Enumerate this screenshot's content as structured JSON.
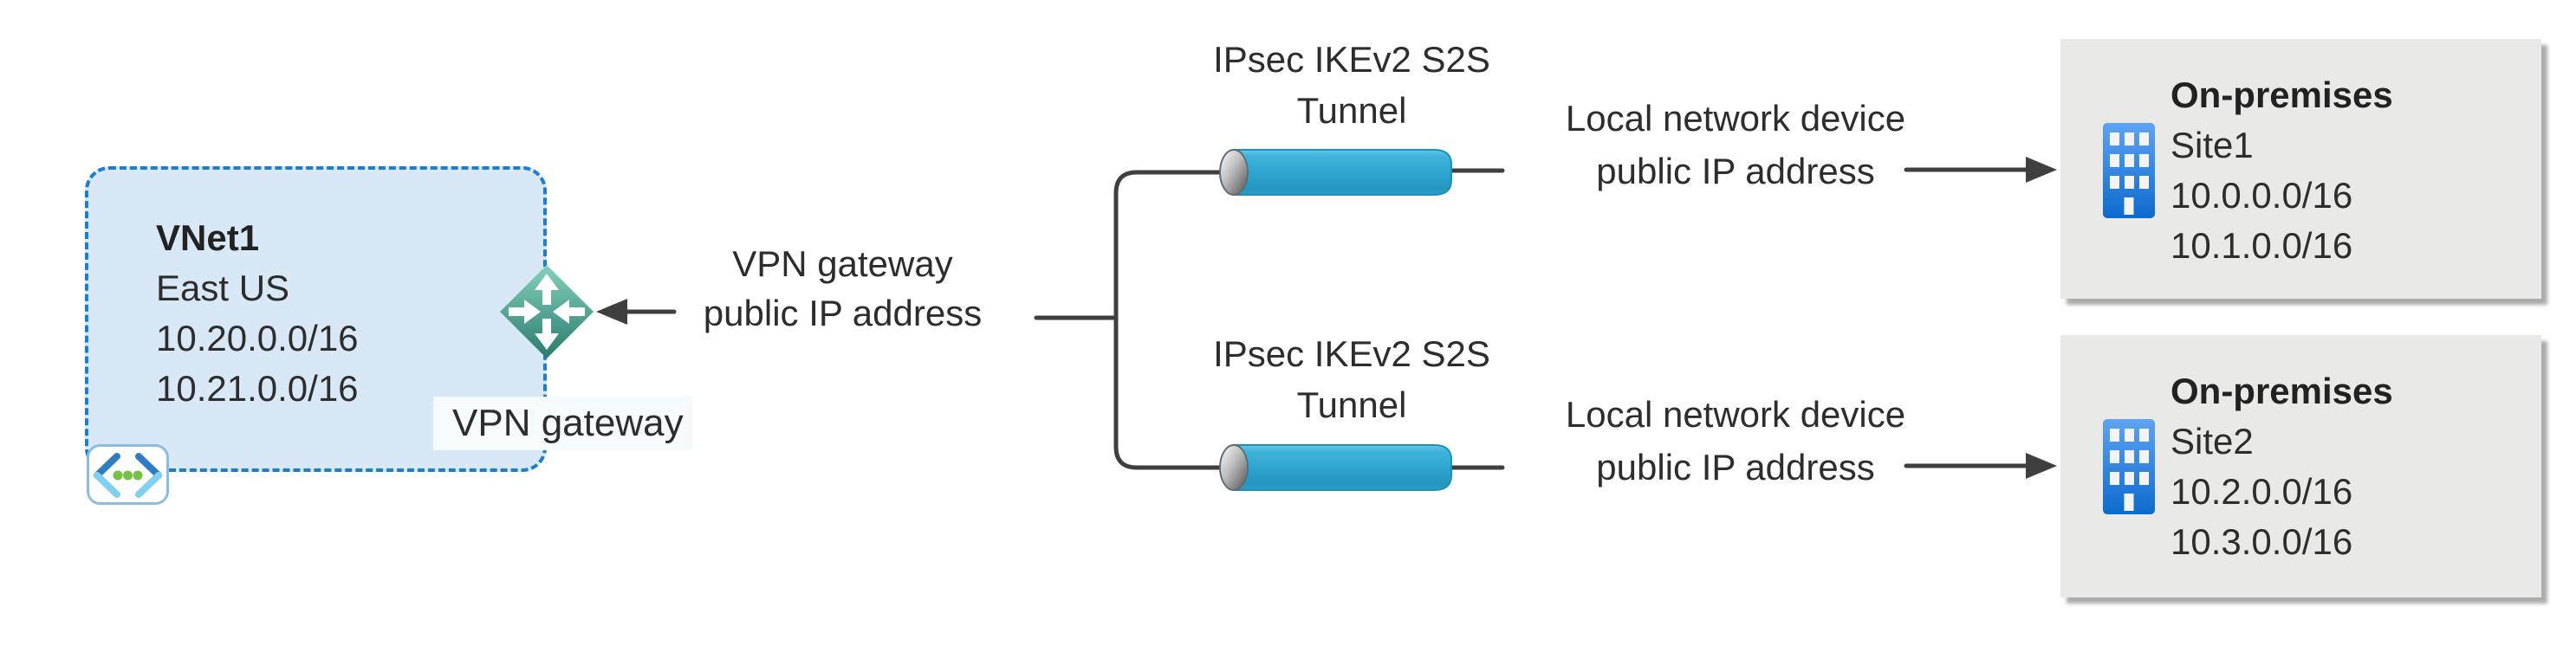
{
  "vnet": {
    "name": "VNet1",
    "region": "East US",
    "address_space_1": "10.20.0.0/16",
    "address_space_2": "10.21.0.0/16",
    "gateway_label": "VPN gateway"
  },
  "gateway_ip_label": {
    "line1": "VPN gateway",
    "line2": "public IP address"
  },
  "tunnels": [
    {
      "line1": "IPsec IKEv2 S2S",
      "line2": "Tunnel"
    },
    {
      "line1": "IPsec IKEv2 S2S",
      "line2": "Tunnel"
    }
  ],
  "device_ip_labels": [
    {
      "line1": "Local network device",
      "line2": "public IP address"
    },
    {
      "line1": "Local network device",
      "line2": "public IP address"
    }
  ],
  "sites": [
    {
      "title": "On-premises",
      "name": "Site1",
      "address_space_1": "10.0.0.0/16",
      "address_space_2": "10.1.0.0/16"
    },
    {
      "title": "On-premises",
      "name": "Site2",
      "address_space_1": "10.2.0.0/16",
      "address_space_2": "10.3.0.0/16"
    }
  ],
  "icons": {
    "vnet_icon": "virtual-network-icon",
    "gateway_icon": "vpn-gateway-diamond-icon",
    "tunnel_icon": "tunnel-pipe-icon",
    "site_icon": "office-building-icon"
  },
  "colors": {
    "connector_line": "#3f3f3f",
    "text": "#2d2d2d",
    "vnet_fill": "#d9e8f7",
    "vnet_border": "#1b7ed1",
    "tunnel_blue": "#2fa5cf",
    "site_background": "#e9e9e7",
    "building_blue": "#0d6cce",
    "gateway_teal": "#3a8d7c",
    "vnet_icon_green": "#76c043",
    "vnet_icon_blue": "#2e7cc4"
  }
}
